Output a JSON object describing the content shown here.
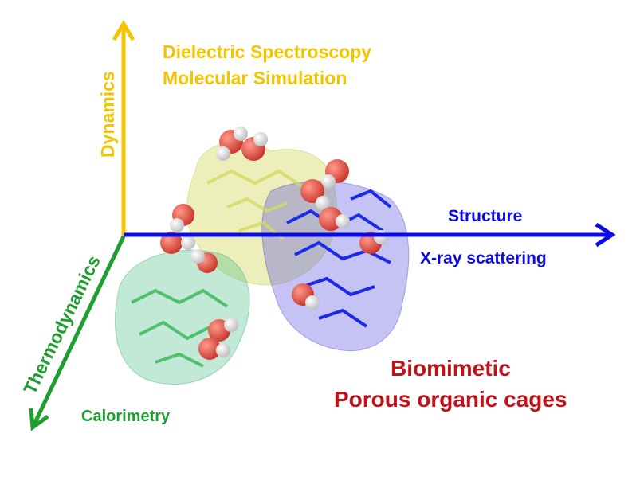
{
  "colors": {
    "dynamics": "#F5C400",
    "structure": "#0A0AE6",
    "thermodynamics": "#1E9E2E",
    "title": "#C0121A"
  },
  "axes": {
    "dynamics": {
      "label": "Dynamics",
      "methods": [
        "Dielectric Spectroscopy",
        "Molecular Simulation"
      ]
    },
    "structure": {
      "label": "Structure",
      "method": "X-ray scattering"
    },
    "thermodynamics": {
      "label": "Thermodynamics",
      "method": "Calorimetry"
    }
  },
  "title": {
    "line1": "Biomimetic",
    "line2": "Porous organic cages"
  }
}
